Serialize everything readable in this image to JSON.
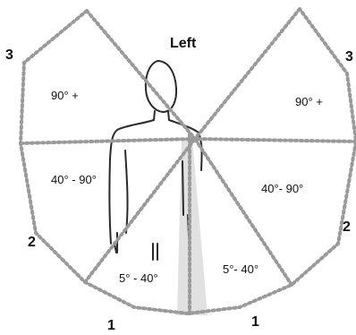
{
  "diagram": {
    "title": "Left",
    "zones": {
      "upper_left": "90° +",
      "upper_right": "90° +",
      "mid_left": "40° - 90°",
      "mid_right": "40°- 90°",
      "low_left": "5° - 40°",
      "low_right": "5°- 40°"
    },
    "numbers": {
      "top_left": "3",
      "top_right": "3",
      "mid_left": "2",
      "mid_right": "2",
      "bottom_left": "1",
      "bottom_right": "1"
    }
  }
}
